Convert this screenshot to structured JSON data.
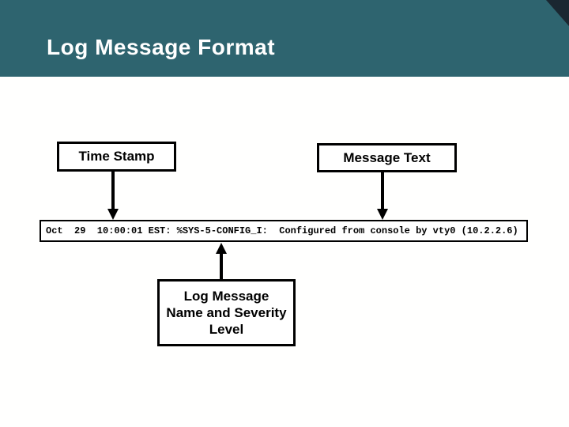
{
  "slide": {
    "title": "Log Message Format",
    "boxes": {
      "timestamp": "Time Stamp",
      "message_text": "Message Text",
      "name_severity_lines": [
        "Log Message",
        "Name and Severity",
        "Level"
      ],
      "name_severity_full": "Log Message Name and Severity Level"
    },
    "log_line": "Oct  29  10:00:01 EST: %SYS-5-CONFIG_I:  Configured from console by vty0 (10.2.2.6)",
    "colors": {
      "header_band": "#2e646f",
      "corner_triangle": "#1a2731",
      "title_text": "#ffffff",
      "diagram_ink": "#000000",
      "background": "#ffffff"
    }
  }
}
